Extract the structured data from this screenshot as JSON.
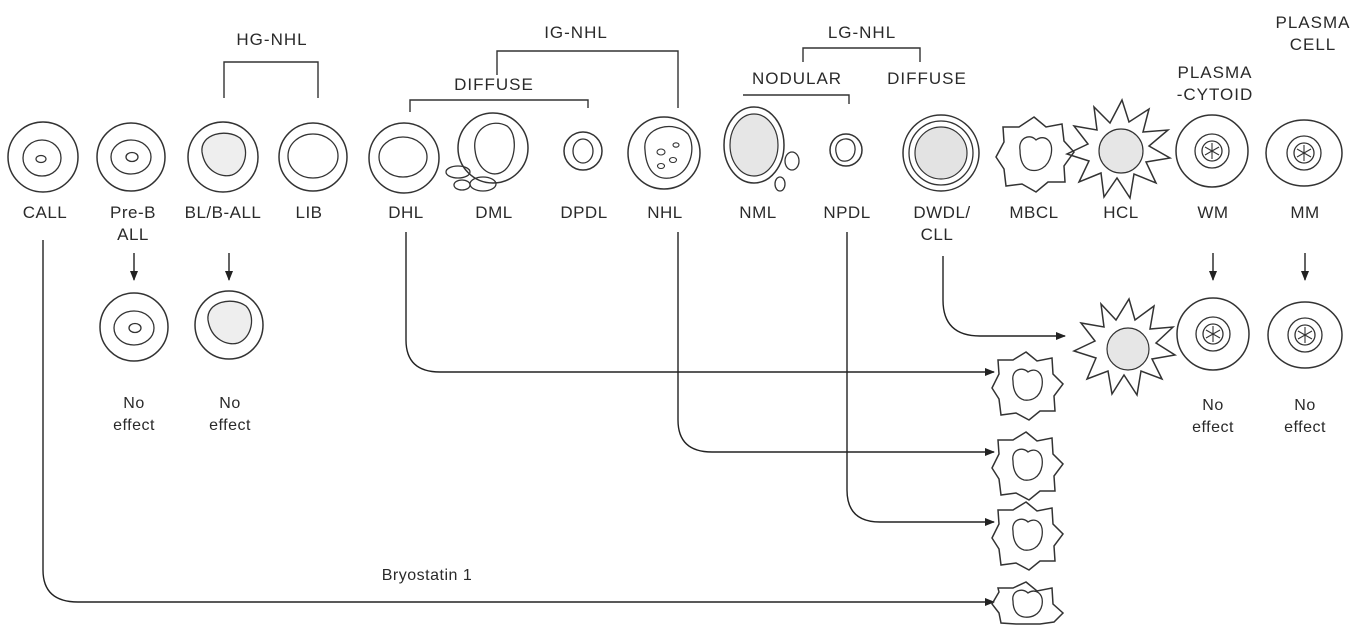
{
  "groups": {
    "hg_nhl": "HG-NHL",
    "ig_nhl": "IG-NHL",
    "lg_nhl": "LG-NHL",
    "diffuse_ig": "DIFFUSE",
    "nodular": "NODULAR",
    "diffuse_lg": "DIFFUSE",
    "plasma_cytoid_1": "PLASMA",
    "plasma_cytoid_2": "-CYTOID",
    "plasma_cell_1": "PLASMA",
    "plasma_cell_2": "CELL"
  },
  "cells": {
    "call": "CALL",
    "preb_1": "Pre-B",
    "preb_2": "ALL",
    "bl": "BL/B-ALL",
    "lib": "LIB",
    "dhl": "DHL",
    "dml": "DML",
    "dpdl": "DPDL",
    "nhl": "NHL",
    "nml": "NML",
    "npdl": "NPDL",
    "dwdl_1": "DWDL/",
    "dwdl_2": "CLL",
    "mbcl": "MBCL",
    "hcl": "HCL",
    "wm": "WM",
    "mm": "MM"
  },
  "outcomes": {
    "no_effect_1": "No",
    "no_effect_2": "effect"
  },
  "treatment": "Bryostatin 1"
}
